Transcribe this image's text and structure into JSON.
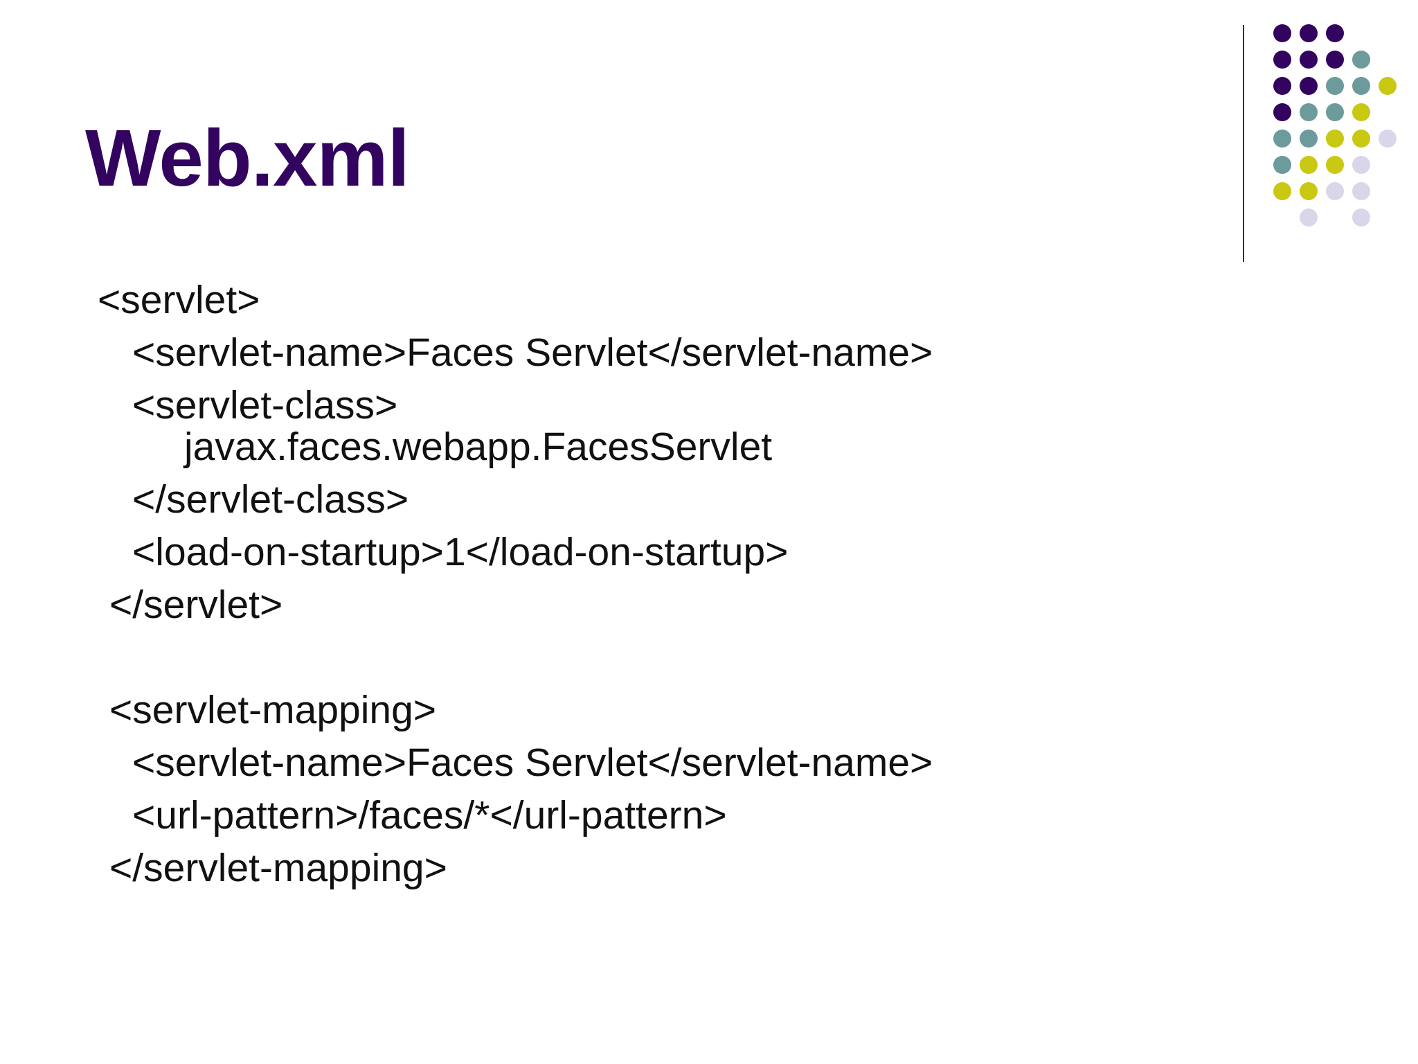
{
  "slide": {
    "title": "Web.xml",
    "lines": [
      "<servlet>",
      "<servlet-name>Faces Servlet</servlet-name>",
      "<servlet-class>",
      "javax.faces.webapp.FacesServlet",
      "</servlet-class>",
      "<load-on-startup>1</load-on-startup>",
      "</servlet>",
      "<servlet-mapping>",
      "<servlet-name>Faces Servlet</servlet-name>",
      "<url-pattern>/faces/*</url-pattern>",
      "</servlet-mapping>"
    ]
  },
  "colors": {
    "title": "#33045f",
    "dot_purple": "#33045f",
    "dot_teal": "#6d9a9a",
    "dot_yellow": "#c9c812",
    "dot_lavender": "#d9d6ea",
    "divider": "#333333"
  }
}
